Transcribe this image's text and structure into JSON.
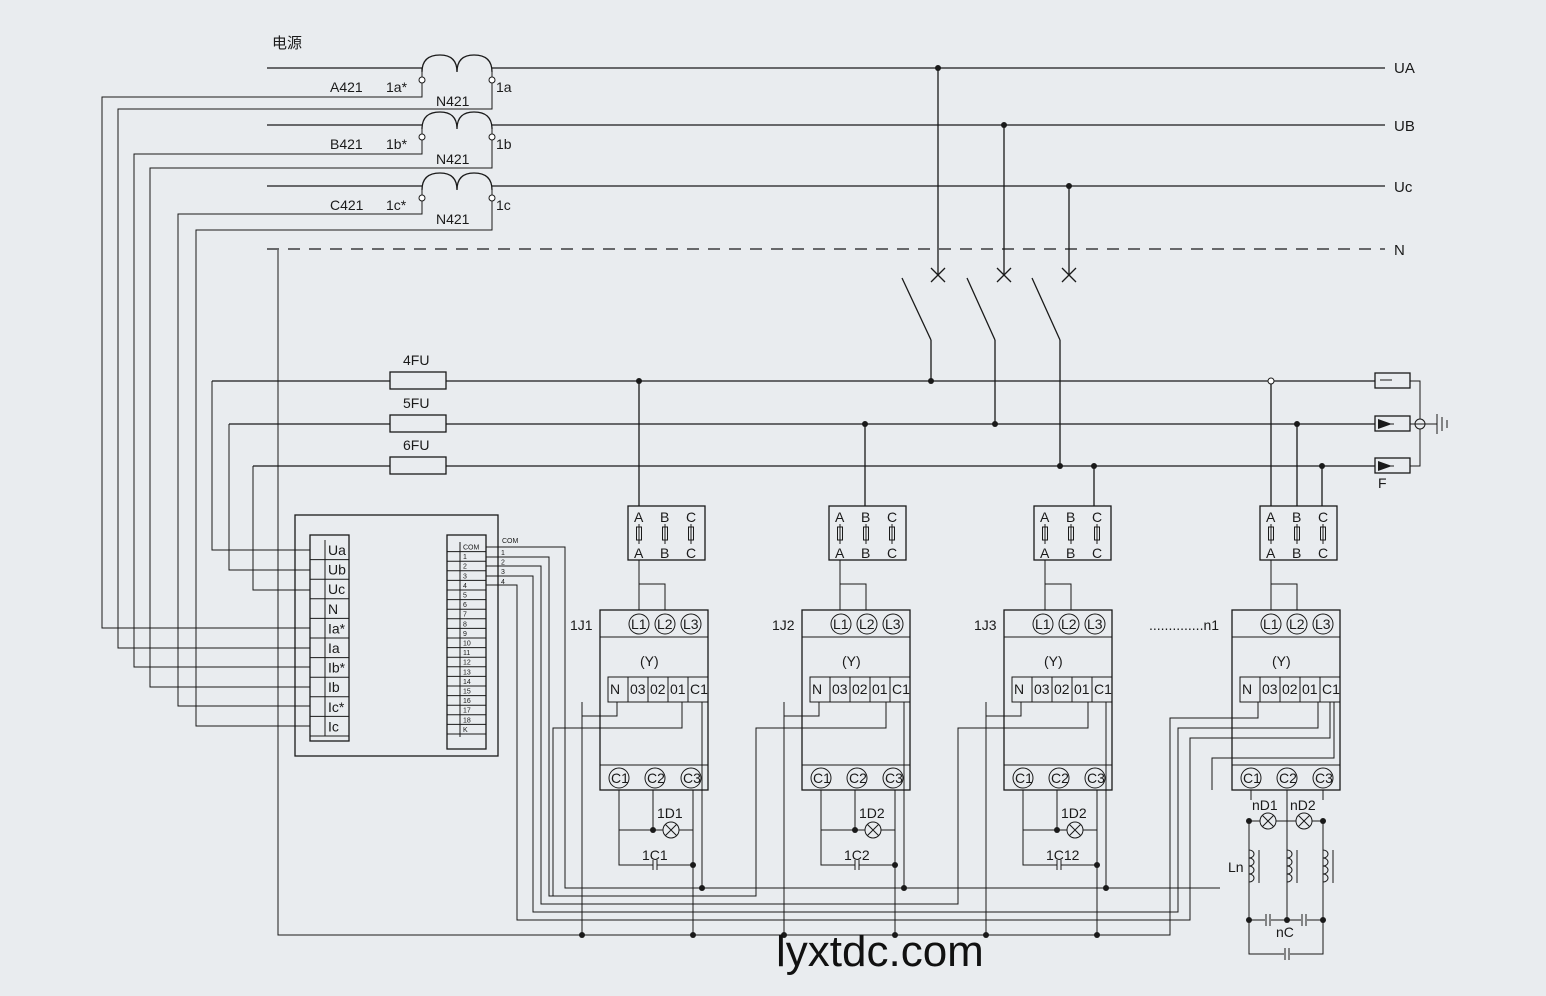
{
  "title": "电源",
  "bus_labels": [
    "UA",
    "UB",
    "Uc",
    "N"
  ],
  "ct_labels": [
    {
      "wire": "A421",
      "start": "1a*",
      "end": "1a",
      "neutral": "N421"
    },
    {
      "wire": "B421",
      "start": "1b*",
      "end": "1b",
      "neutral": "N421"
    },
    {
      "wire": "C421",
      "start": "1c*",
      "end": "1c",
      "neutral": "N421"
    }
  ],
  "fuses": [
    "4FU",
    "5FU",
    "6FU"
  ],
  "controller": {
    "terminals": [
      "Ua",
      "Ub",
      "Uc",
      "N",
      "Ia*",
      "Ia",
      "Ib*",
      "Ib",
      "Ic*",
      "Ic"
    ],
    "port_header": "COM",
    "ports": [
      "1",
      "2",
      "3",
      "4",
      "5",
      "6",
      "7",
      "8",
      "9",
      "10",
      "11",
      "12",
      "13",
      "14",
      "15",
      "16",
      "17",
      "18",
      "K"
    ],
    "com_label": "COM",
    "com_lines": [
      "1",
      "2",
      "3",
      "4"
    ]
  },
  "fuse_block": {
    "top": [
      "A",
      "B",
      "C"
    ],
    "bottom": [
      "A",
      "B",
      "C"
    ]
  },
  "contactor": {
    "top_terminals": [
      "L1",
      "L2",
      "L3"
    ],
    "mode": "(Y)",
    "mid_terminals": [
      "N",
      "03",
      "02",
      "01",
      "C1"
    ],
    "bottom_terminals": [
      "C1",
      "C2",
      "C3"
    ]
  },
  "units": [
    {
      "name": "1J1",
      "lamp": "1D1",
      "cap": "1C1"
    },
    {
      "name": "1J2",
      "lamp": "1D2",
      "cap": "1C2"
    },
    {
      "name": "1J3",
      "lamp": "1D2",
      "cap": "1C12"
    },
    {
      "name": "..............n1",
      "lamp": "nD1",
      "lamp2": "nD2",
      "reactor": "Ln",
      "cap": "nC"
    }
  ],
  "arrester_label": "F",
  "watermark": "lyxtdc.com"
}
